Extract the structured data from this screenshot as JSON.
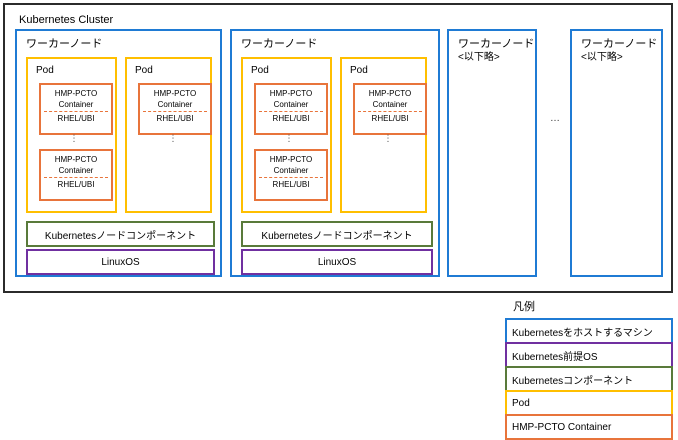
{
  "cluster": {
    "title": "Kubernetes Cluster",
    "frame_color": "#2b2b2b",
    "nodes_ellipsis": "…"
  },
  "worker_nodes": [
    {
      "label": "ワーカーノード",
      "sub": "",
      "color": "#1f7bd4",
      "collapsed": false,
      "pods": [
        {
          "label": "Pod",
          "color": "#ffbf00",
          "containers": [
            {
              "line1": "HMP-PCTO",
              "line2": "Container",
              "line3": "RHEL/UBI"
            },
            {
              "line1": "HMP-PCTO",
              "line2": "Container",
              "line3": "RHEL/UBI"
            }
          ],
          "ellipsis": "⋮"
        },
        {
          "label": "Pod",
          "color": "#ffbf00",
          "containers": [
            {
              "line1": "HMP-PCTO",
              "line2": "Container",
              "line3": "RHEL/UBI"
            }
          ],
          "ellipsis": "⋮"
        }
      ],
      "node_component": "Kubernetesノードコンポーネント",
      "os": "LinuxOS"
    },
    {
      "label": "ワーカーノード",
      "sub": "",
      "color": "#1f7bd4",
      "collapsed": false,
      "pods": [
        {
          "label": "Pod",
          "color": "#ffbf00",
          "containers": [
            {
              "line1": "HMP-PCTO",
              "line2": "Container",
              "line3": "RHEL/UBI"
            },
            {
              "line1": "HMP-PCTO",
              "line2": "Container",
              "line3": "RHEL/UBI"
            }
          ],
          "ellipsis": "⋮"
        },
        {
          "label": "Pod",
          "color": "#ffbf00",
          "containers": [
            {
              "line1": "HMP-PCTO",
              "line2": "Container",
              "line3": "RHEL/UBI"
            }
          ],
          "ellipsis": "⋮"
        }
      ],
      "node_component": "Kubernetesノードコンポーネント",
      "os": "LinuxOS"
    },
    {
      "label": "ワーカーノード",
      "sub": "<以下略>",
      "color": "#1f7bd4",
      "collapsed": true
    },
    {
      "label": "ワーカーノード",
      "sub": "<以下略>",
      "color": "#1f7bd4",
      "collapsed": true
    }
  ],
  "legend": {
    "title": "凡例",
    "items": [
      {
        "label": "Kubernetesをホストするマシン",
        "color": "#1f7bd4"
      },
      {
        "label": "Kubernetes前提OS",
        "color": "#7030a0"
      },
      {
        "label": "Kubernetesコンポーネント",
        "color": "#597a3a"
      },
      {
        "label": "Pod",
        "color": "#ffbf00"
      },
      {
        "label": "HMP-PCTO Container",
        "color": "#e8743b"
      }
    ]
  }
}
